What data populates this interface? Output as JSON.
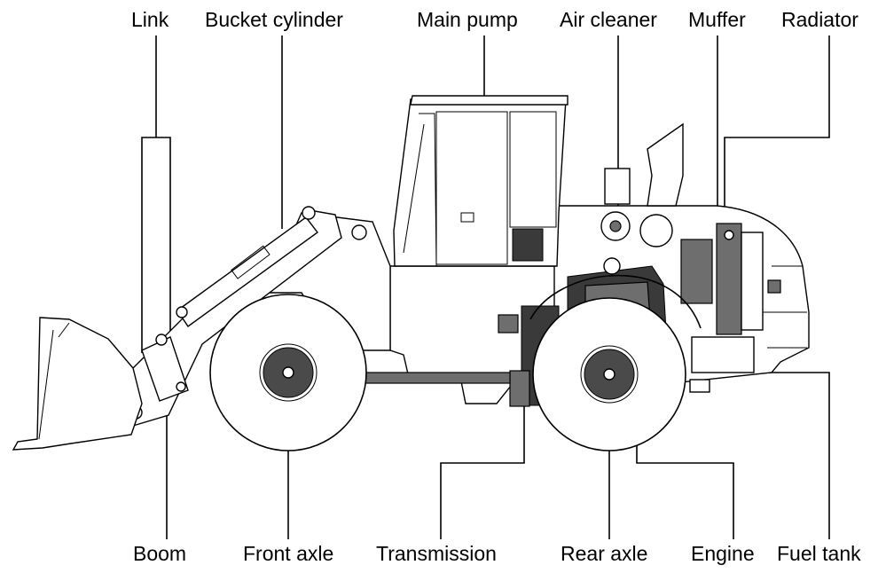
{
  "labels_top": {
    "link": "Link",
    "bucket_cylinder": "Bucket cylinder",
    "main_pump": "Main pump",
    "air_cleaner": "Air cleaner",
    "muffler": "Muffer",
    "radiator": "Radiator"
  },
  "labels_bottom": {
    "boom": "Boom",
    "front_axle": "Front axle",
    "transmission": "Transmission",
    "rear_axle": "Rear axle",
    "engine": "Engine",
    "fuel_tank": "Fuel tank"
  }
}
